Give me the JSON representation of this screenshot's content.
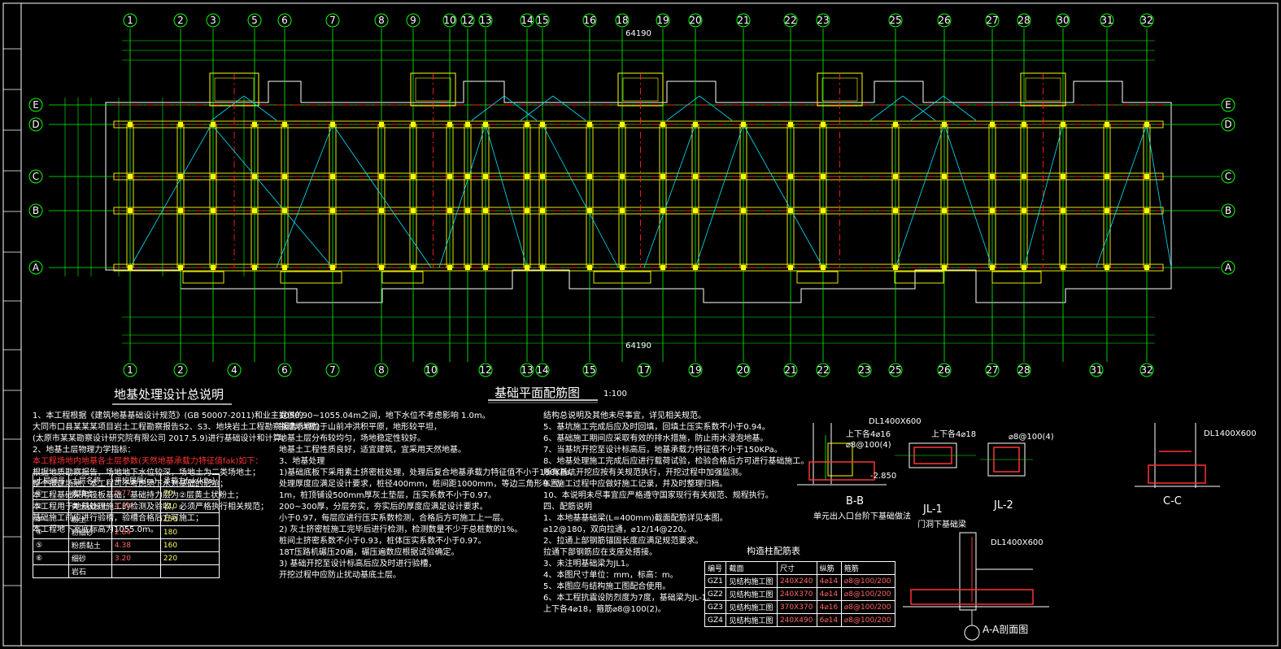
{
  "drawing": {
    "main_title": "基础平面配筋图",
    "scale": "1:100",
    "notes_title": "地基处理设计总说明",
    "total_dim": "64190",
    "colors": {
      "grid": "#00ff00",
      "wall": "#ffff00",
      "axis_red": "#ff2020",
      "diag": "#00e5ff",
      "bg": "#000000"
    }
  },
  "axes": {
    "top": [
      "1",
      "2",
      "3",
      "5",
      "6",
      "7",
      "8",
      "9",
      "10",
      "12",
      "13",
      "14",
      "15",
      "16",
      "18",
      "19",
      "20",
      "21",
      "22",
      "23",
      "25",
      "26",
      "27",
      "28",
      "30",
      "31",
      "32"
    ],
    "bottom": [
      "1",
      "2",
      "4",
      "6",
      "7",
      "8",
      "10",
      "12",
      "13",
      "14",
      "15",
      "17",
      "19",
      "20",
      "21",
      "22",
      "23",
      "25",
      "26",
      "27",
      "28",
      "31",
      "32"
    ],
    "rows": [
      "E",
      "D",
      "C",
      "B",
      "A"
    ]
  },
  "notes": {
    "col1": [
      "1、本工程根据《建筑地基基础设计规范》(GB 50007-2011)和业主提供的",
      "大同市口县某某某项目岩土工程勘察报告S2、S3、地块岩土工程勘察报告(详勘)",
      "(太原市某某勘察设计研究院有限公司  2017.5.9)进行基础设计和计算。",
      "2、地基土层物理力学指标：",
      "本工程场地内地基各土层参数(天然地基承载力特征值fak)如下：",
      "根据地质勘察报告，场地地下水位较深，场地土为二类场地土；",
      "整个拟建场地，本工程可不考虑地下水对基础的影响；",
      "本工程基础采用筏板基础，基础持力层为②层黄土状粉土；",
      "本工程用于地基处理施工的检测及验收，必须严格执行相关规范；",
      "基础施工前应进行验槽，验槽合格后方可施工；",
      "本工程地下室底标高为1055.0m。"
    ],
    "col2": [
      "1050.90~1055.04m之间，地下水位不考虑影响 1.0m。",
      "拟建场地位于山前冲洪积平原，地形较平坦，",
      "地基土层分布较均匀，场地稳定性较好。",
      "地基土工程性质良好，适宜建筑，宜采用天然地基。",
      "3、地基处理",
      "1)基础底板下采用素土挤密桩处理，处理后复合地基承载力特征值不小于180KPa。",
      "处理厚度应满足设计要求，桩径400mm，桩间距1000mm，等边三角形布置。",
      "1m，桩顶铺设500mm厚灰土垫层，压实系数不小于0.97。",
      "200~300厚，分层夯实，夯实后的厚度应满足设计要求。",
      "小于0.97，每层应进行压实系数检测，合格后方可施工上一层。",
      "2) 灰土挤密桩施工完毕后进行检测，检测数量不少于总桩数的1%。",
      "桩间土挤密系数不小于0.93，桩体压实系数不小于0.97。",
      "18T压路机碾压20遍，碾压遍数应根据试验确定。",
      "3) 基础开挖至设计标高后应及时进行验槽，",
      "开挖过程中应防止扰动基底土层。"
    ],
    "col3": [
      "结构总说明及其他未尽事宜，详见相关规范。",
      "5、基坑施工完成后应及时回填，回填土压实系数不小于0.94。",
      "6、基础施工期间应采取有效的排水措施，防止雨水浸泡地基。",
      "7、当基坑开挖至设计标高后，地基承载力特征值不小于150KPa。",
      "8、地基处理施工完成后应进行载荷试验，检验合格后方可进行基础施工。",
      "所有基坑开挖应按有关规范执行，开挖过程中加强监测。",
      "9、施工过程中应做好施工记录，并及时整理归档。",
      "10、本说明未尽事宜应严格遵守国家现行有关规范、规程执行。",
      "四、配筋说明",
      "1、本地基基础梁(L=400mm)截面配筋详见本图。",
      "  ⌀12@180，双向拉通，⌀12/14@220。",
      "2、拉通上部钢筋锚固长度应满足规范要求。",
      "  拉通下部钢筋应在支座处搭接。",
      "3、未注明基础梁为JL1。",
      "4、本图尺寸单位：mm，标高：m。",
      "5、本图应与结构施工图配合使用。",
      "6、本工程抗震设防烈度为7度，基础梁为JL-1。",
      "  上下各4⌀18，箍筋⌀8@100(2)。"
    ]
  },
  "soil_table": {
    "headers": [
      "土层编号",
      "土层名称",
      "平均层厚(m)",
      "承载力fak(kPa)"
    ],
    "rows": [
      [
        "①",
        "素填土",
        "0.77",
        "70"
      ],
      [
        "②",
        "黄土状粉土",
        "4.39",
        "110"
      ],
      [
        "③",
        "粉土",
        "",
        "150"
      ],
      [
        "④",
        "粉细砂",
        "2.84",
        "180"
      ],
      [
        "⑤",
        "粉质黏土",
        "4.38",
        "160"
      ],
      [
        "⑥",
        "细砂",
        "3.20",
        "220"
      ],
      [
        "",
        "岩石",
        "",
        ""
      ]
    ]
  },
  "column_table": {
    "title": "构造柱配筋表",
    "headers": [
      "编号",
      "截面",
      "尺寸",
      "纵筋",
      "箍筋"
    ],
    "rows": [
      [
        "GZ1",
        "见结构施工图",
        "240X240",
        "4⌀14",
        "⌀8@100/200"
      ],
      [
        "GZ2",
        "见结构施工图",
        "240X370",
        "4⌀14",
        "⌀8@100/200"
      ],
      [
        "GZ3",
        "见结构施工图",
        "370X370",
        "4⌀16",
        "⌀8@100/200"
      ],
      [
        "GZ4",
        "见结构施工图",
        "240X490",
        "6⌀14",
        "⌀8@100/200"
      ]
    ]
  },
  "details": {
    "bb": "B-B",
    "bb_sub": "单元出入口台阶下基础做法",
    "jl1": "JL-1",
    "jl1_sub": "门洞下基础梁",
    "jl2": "JL-2",
    "cc": "C-C",
    "aa": "A-A剖面图",
    "dl_top": "DL1400X600",
    "dl_mid": "DL1400X600",
    "dl_aa": "DL1400X600",
    "bar1": "上下各4⌀16",
    "bar2": "⌀8@100(4)",
    "bar3": "上下各4⌀18",
    "bar4": "⌀8@100(4)",
    "level": "-2.850"
  }
}
